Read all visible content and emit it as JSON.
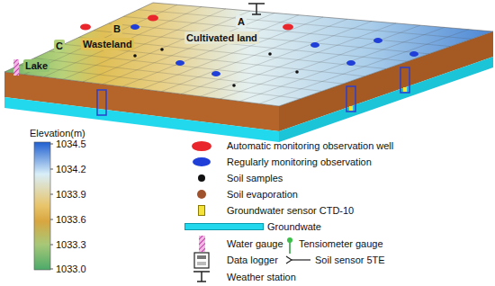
{
  "diagram": {
    "labels": [
      "A",
      "B",
      "C",
      "Cultivated land",
      "Wasteland",
      "Lake",
      "Elevation(m)",
      "1034.5",
      "1034.2",
      "1033.9",
      "1033.6",
      "1033.3",
      "1033.0"
    ],
    "legend": [
      {
        "text": "Automatic monitoring observation well",
        "color": "#e8262b"
      },
      {
        "text": "Regularly monitoring observation",
        "color": "#1f3fd8"
      },
      {
        "text": "Soil samples",
        "color": "#111111"
      },
      {
        "text": "Soil evaporation",
        "color": "#a0522d"
      },
      {
        "text": "Groundwater sensor CTD-10",
        "color": "#f5e23a"
      },
      {
        "text": "Groundwate",
        "color": "#22d8ec"
      },
      {
        "text": "Water gauge"
      },
      {
        "text": "Tensiometer gauge"
      },
      {
        "text": "Data logger"
      },
      {
        "text": "Soil sensor 5TE"
      },
      {
        "text": "Weather station"
      }
    ]
  }
}
